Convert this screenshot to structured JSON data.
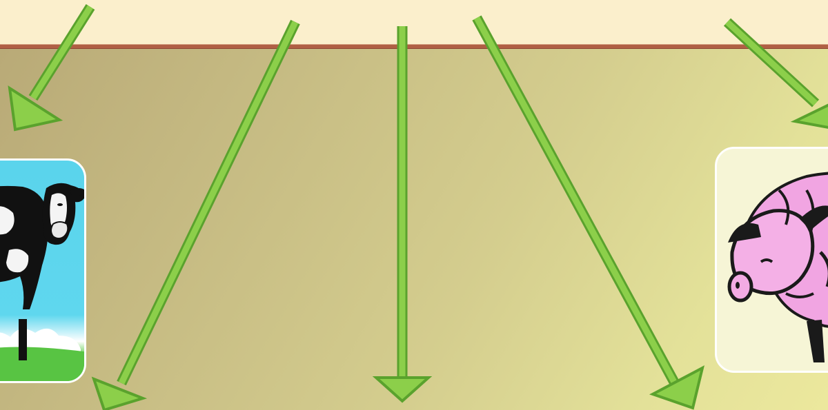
{
  "slide": {
    "title_fragment": "",
    "colors": {
      "header_band": "#fbefcc",
      "header_rule": "#b05f44",
      "background_start": "#b9aa77",
      "background_end": "#ece89d",
      "arrow_fill": "#8ccf4a",
      "arrow_stroke": "#5aa22d"
    }
  },
  "images": [
    {
      "name": "cow-picture",
      "subject": "cow"
    },
    {
      "name": "pig-picture",
      "subject": "pig"
    }
  ],
  "arrows": [
    {
      "name": "arrow-to-cow",
      "direction": "down-left"
    },
    {
      "name": "arrow-down-left-long",
      "direction": "down-left"
    },
    {
      "name": "arrow-straight-down",
      "direction": "down"
    },
    {
      "name": "arrow-down-right-long",
      "direction": "down-right"
    },
    {
      "name": "arrow-to-pig",
      "direction": "down-right"
    }
  ]
}
